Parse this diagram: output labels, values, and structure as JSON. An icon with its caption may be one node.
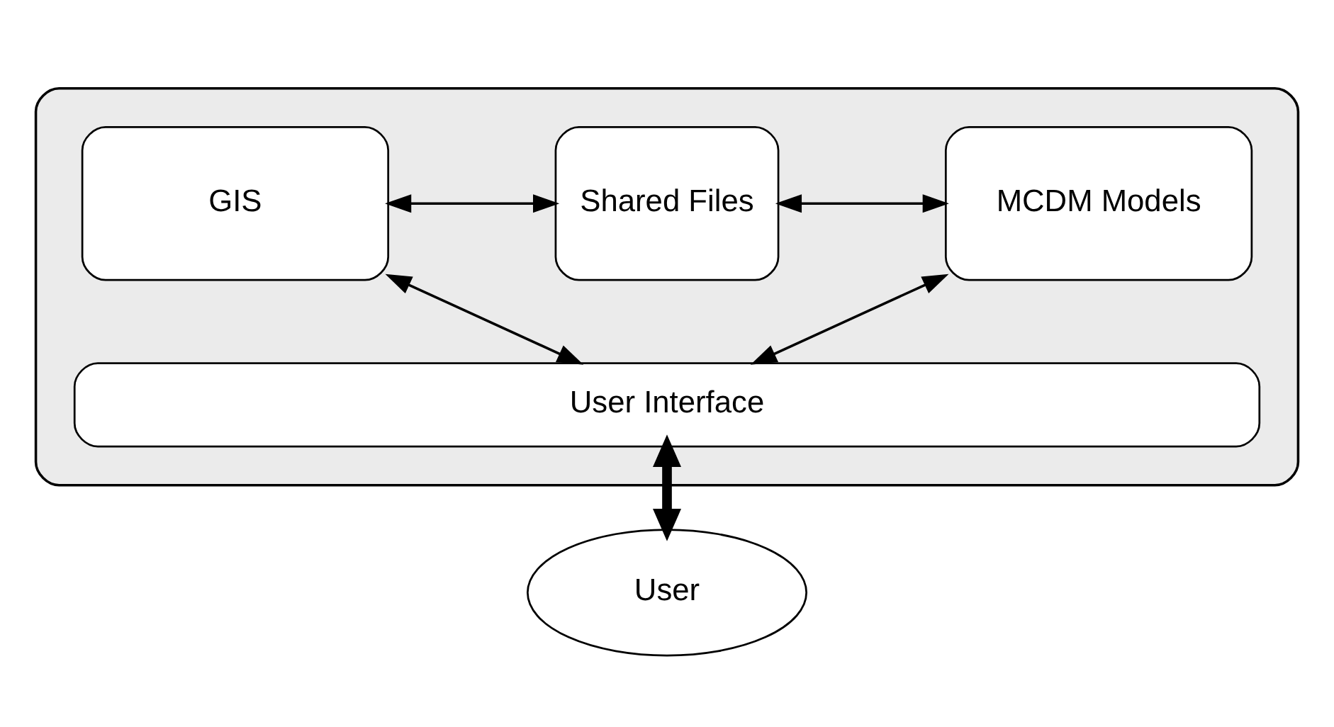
{
  "diagram": {
    "nodes": [
      {
        "text": [],
        "shape": "box"
      },
      {
        "text": [
          "GIS"
        ],
        "in": 0
      },
      {
        "text": [
          "Shared Files"
        ],
        "in": 0
      },
      {
        "text": [
          "MCDM Models"
        ],
        "in": 0
      },
      {
        "text": [
          "User Interface"
        ],
        "in": 0
      },
      {
        "text": [
          "User"
        ]
      }
    ],
    "edges": [
      {
        "from": 1,
        "to": 2,
        "arrow": "both"
      },
      {
        "from": 2,
        "to": 3,
        "arrow": "both"
      },
      {
        "from": 1,
        "to": 4,
        "arrow": "both"
      },
      {
        "from": 3,
        "to": 4,
        "arrow": "both"
      },
      {
        "from": 4,
        "to": 5,
        "arrow": "both",
        "style": "thick"
      }
    ]
  }
}
